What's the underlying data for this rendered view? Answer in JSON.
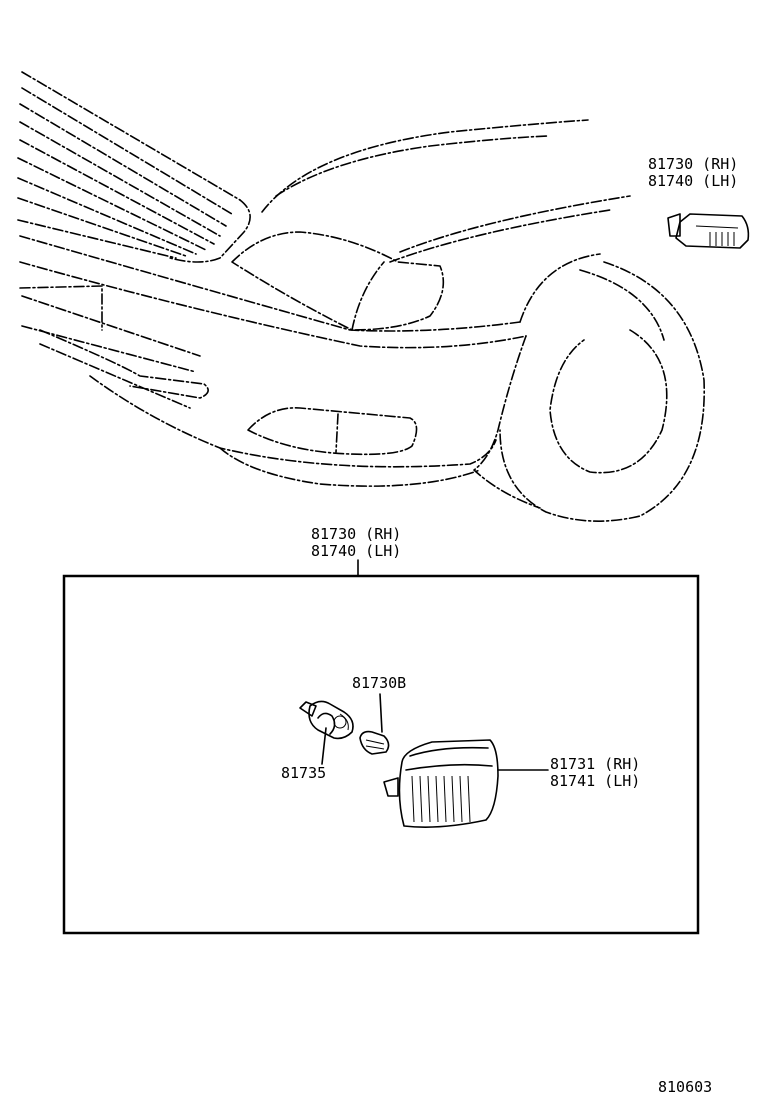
{
  "labels": {
    "top_callout_rh": "81730 (RH)",
    "top_callout_lh": "81740 (LH)",
    "assembly_rh": "81730 (RH)",
    "assembly_lh": "81740 (LH)",
    "bulb_b": "81730B",
    "socket": "81735",
    "lens_rh": "81731 (RH)",
    "lens_lh": "81741 (LH)",
    "figure_number": "810603"
  }
}
